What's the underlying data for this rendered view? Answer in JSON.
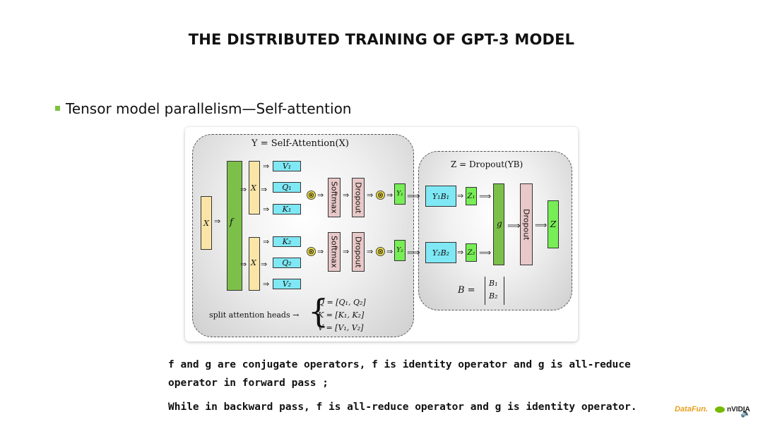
{
  "title": "THE DISTRIBUTED TRAINING OF GPT-3 MODEL",
  "bullet": "Tensor model parallelism—Self-attention",
  "diagram": {
    "left_region_title": "Y = Self-Attention(X)",
    "right_region_title": "Z = Dropout(YB)",
    "x_input": "X",
    "f_label": "f",
    "g_label": "g",
    "x1": "X",
    "x2": "X",
    "v1": "V₁",
    "q1": "Q₁",
    "k1": "K₁",
    "k2": "K₂",
    "q2": "Q₂",
    "v2": "V₂",
    "softmax": "Softmax",
    "dropout": "Dropout",
    "y1": "Y₁",
    "y2": "Y₂",
    "y1b1": "Y₁B₁",
    "y2b2": "Y₂B₂",
    "z1": "Z₁",
    "z2": "Z₂",
    "z_out": "Z",
    "b_def_lhs": "B =",
    "b1": "B₁",
    "b2": "B₂",
    "split_label": "split attention heads →",
    "q_def": "Q = [Q₁, Q₂]",
    "k_def": "K = [K₁, K₂]",
    "v_def": "V = [V₁, V₂]"
  },
  "footer": {
    "line1": "f and g are conjugate operators, f is identity operator and g is all-reduce",
    "line2": "operator in forward pass ;",
    "line3": "While in backward pass, f is all-reduce operator and g is identity operator."
  },
  "logos": {
    "datafun": "DataFun.",
    "nvidia": "nVIDIA"
  }
}
